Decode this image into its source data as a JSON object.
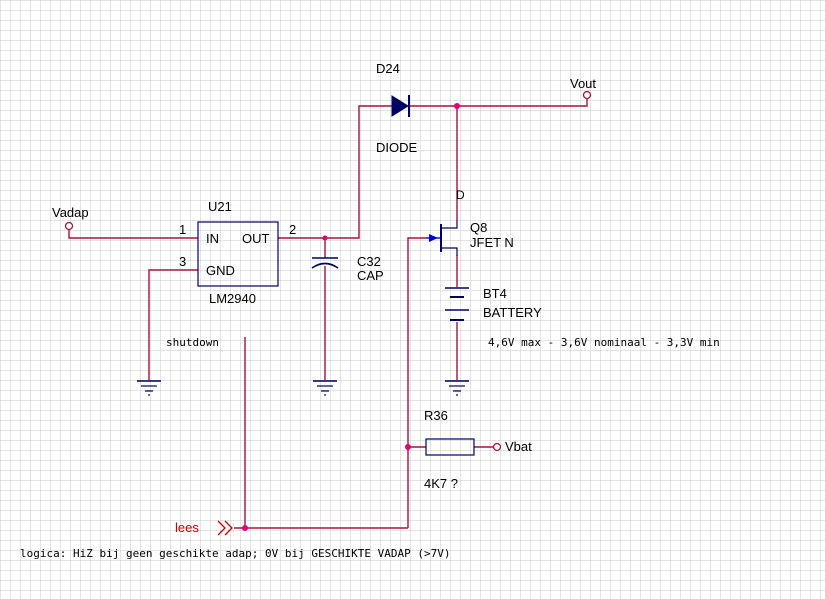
{
  "colors": {
    "background": "#ffffff",
    "grid": "#c8c8c8",
    "wire": "#a3143c",
    "component": "#000060",
    "junction": "#e0006e",
    "signal_label": "#cc0000"
  },
  "components": {
    "regulator": {
      "ref": "U21",
      "value": "LM2940",
      "pin_in": "IN",
      "pin_out": "OUT",
      "pin_gnd": "GND",
      "pin1": "1",
      "pin2": "2",
      "pin3": "3"
    },
    "diode": {
      "ref": "D24",
      "value": "DIODE"
    },
    "capacitor": {
      "ref": "C32",
      "value": "CAP"
    },
    "transistor": {
      "ref": "Q8",
      "value": "JFET N",
      "pin_d": "D"
    },
    "battery": {
      "ref": "BT4",
      "value": "BATTERY"
    },
    "resistor": {
      "ref": "R36",
      "value": "4K7 ?"
    }
  },
  "nets": {
    "vadap": "Vadap",
    "vout": "Vout",
    "vbat": "Vbat",
    "lees": "lees",
    "shutdown": "shutdown"
  },
  "notes": {
    "battery_range": "4,6V max - 3,6V nominaal - 3,3V min",
    "logic": "logica: HiZ bij geen geschikte adap; 0V bij GESCHIKTE VADAP (>7V)"
  }
}
